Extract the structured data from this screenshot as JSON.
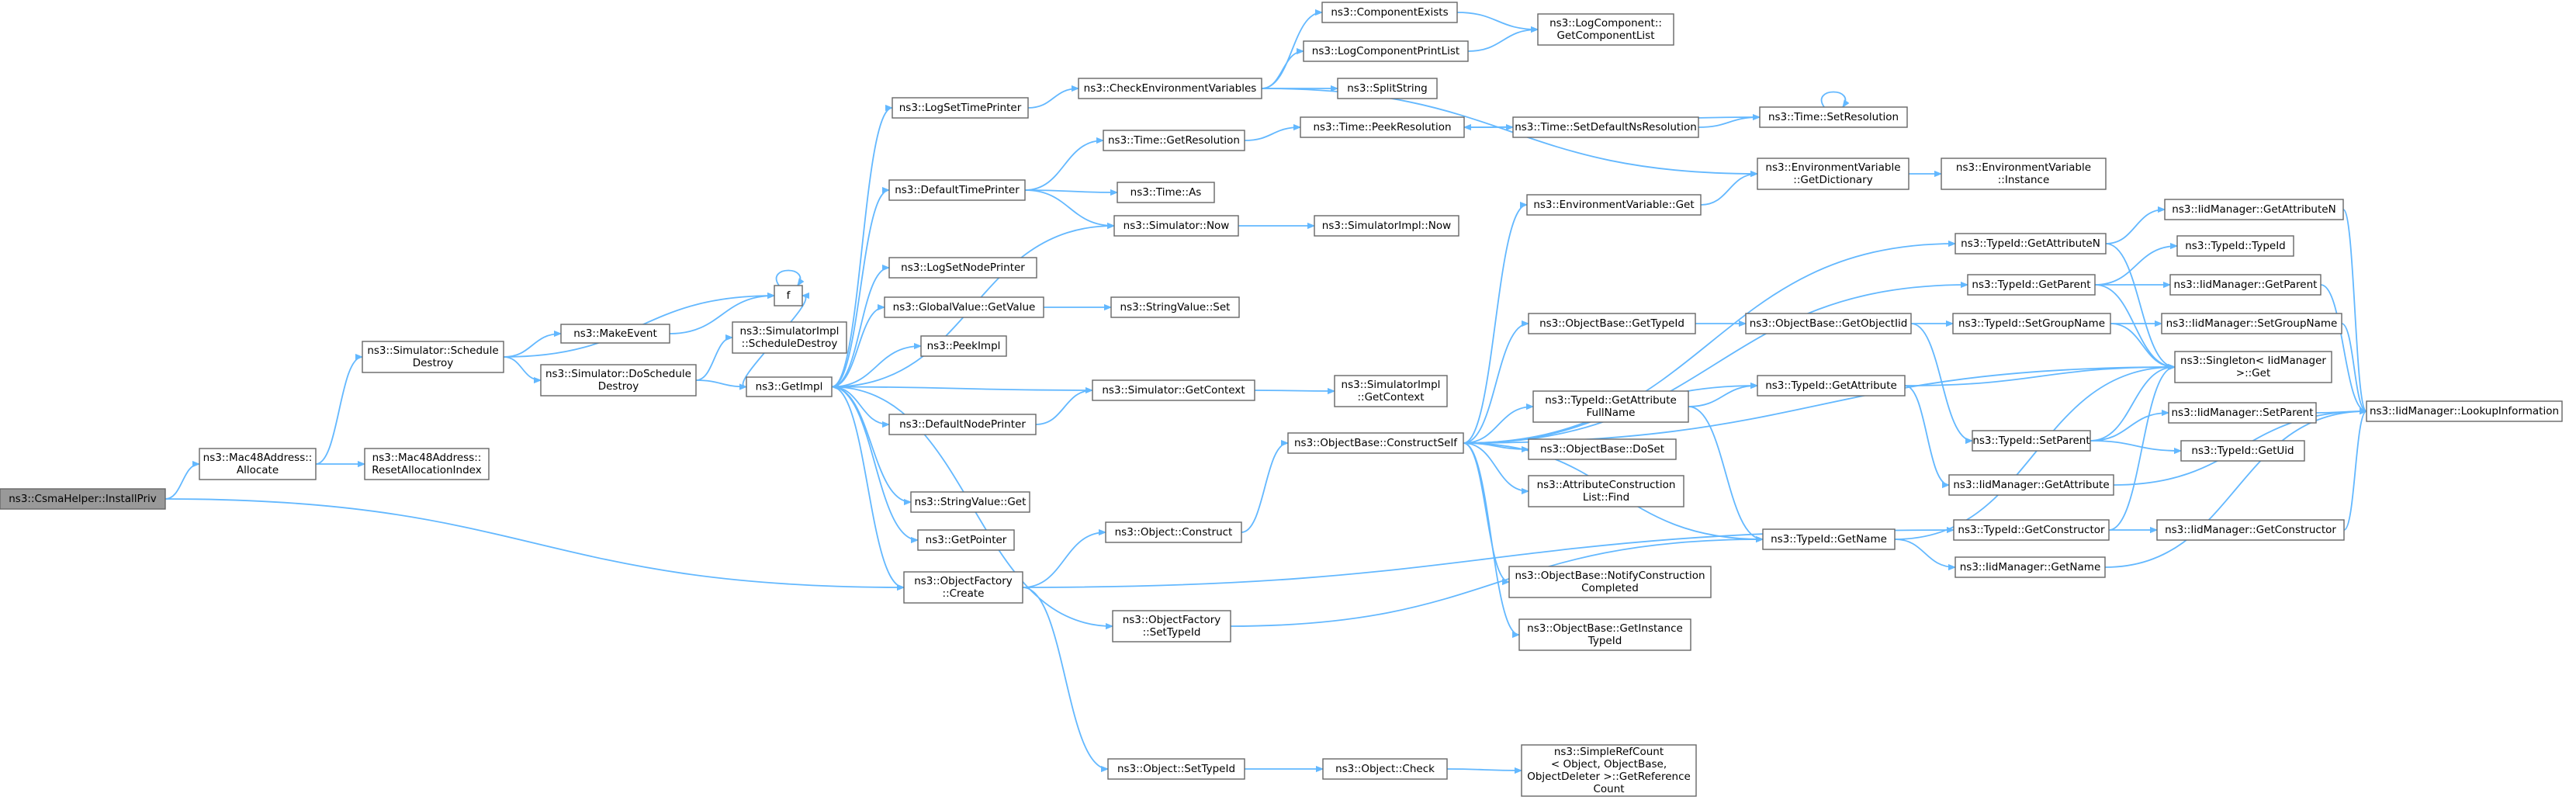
{
  "graph": {
    "title": "",
    "colors": {
      "edge": "#63b8ff",
      "node_border": "#666666",
      "root_fill": "#999999",
      "node_fill": "#ffffff"
    },
    "nodes": [
      {
        "id": "installpriv",
        "lines": [
          "ns3::CsmaHelper::InstallPriv"
        ],
        "root": true
      },
      {
        "id": "mac_alloc",
        "lines": [
          "ns3::Mac48Address::",
          "Allocate"
        ]
      },
      {
        "id": "mac_reset",
        "lines": [
          "ns3::Mac48Address::",
          "ResetAllocationIndex"
        ]
      },
      {
        "id": "sched_destroy",
        "lines": [
          "ns3::Simulator::Schedule",
          "Destroy"
        ]
      },
      {
        "id": "do_sched_destroy",
        "lines": [
          "ns3::Simulator::DoSchedule",
          "Destroy"
        ]
      },
      {
        "id": "make_event",
        "lines": [
          "ns3::MakeEvent"
        ]
      },
      {
        "id": "f",
        "lines": [
          "f"
        ]
      },
      {
        "id": "simimpl_sched_destroy",
        "lines": [
          "ns3::SimulatorImpl",
          "::ScheduleDestroy"
        ]
      },
      {
        "id": "getimpl",
        "lines": [
          "ns3::GetImpl"
        ]
      },
      {
        "id": "objfactory_create",
        "lines": [
          "ns3::ObjectFactory",
          "::Create"
        ]
      },
      {
        "id": "log_set_time_printer",
        "lines": [
          "ns3::LogSetTimePrinter"
        ]
      },
      {
        "id": "default_time_printer",
        "lines": [
          "ns3::DefaultTimePrinter"
        ]
      },
      {
        "id": "log_set_node_printer",
        "lines": [
          "ns3::LogSetNodePrinter"
        ]
      },
      {
        "id": "globalvalue_getvalue",
        "lines": [
          "ns3::GlobalValue::GetValue"
        ]
      },
      {
        "id": "peekimpl",
        "lines": [
          "ns3::PeekImpl"
        ]
      },
      {
        "id": "default_node_printer",
        "lines": [
          "ns3::DefaultNodePrinter"
        ]
      },
      {
        "id": "stringvalue_get",
        "lines": [
          "ns3::StringValue::Get"
        ]
      },
      {
        "id": "getpointer",
        "lines": [
          "ns3::GetPointer"
        ]
      },
      {
        "id": "check_env_vars",
        "lines": [
          "ns3::CheckEnvironmentVariables"
        ]
      },
      {
        "id": "time_getresolution",
        "lines": [
          "ns3::Time::GetResolution"
        ]
      },
      {
        "id": "time_as",
        "lines": [
          "ns3::Time::As"
        ]
      },
      {
        "id": "simulator_now",
        "lines": [
          "ns3::Simulator::Now"
        ]
      },
      {
        "id": "stringvalue_set",
        "lines": [
          "ns3::StringValue::Set"
        ]
      },
      {
        "id": "simulator_getcontext",
        "lines": [
          "ns3::Simulator::GetContext"
        ]
      },
      {
        "id": "object_construct",
        "lines": [
          "ns3::Object::Construct"
        ]
      },
      {
        "id": "objfactory_settypeid",
        "lines": [
          "ns3::ObjectFactory",
          "::SetTypeId"
        ]
      },
      {
        "id": "object_settypeid",
        "lines": [
          "ns3::Object::SetTypeId"
        ]
      },
      {
        "id": "component_exists",
        "lines": [
          "ns3::ComponentExists"
        ]
      },
      {
        "id": "log_component_print_list",
        "lines": [
          "ns3::LogComponentPrintList"
        ]
      },
      {
        "id": "split_string",
        "lines": [
          "ns3::SplitString"
        ]
      },
      {
        "id": "logcomponent_getlist",
        "lines": [
          "ns3::LogComponent::",
          "GetComponentList"
        ]
      },
      {
        "id": "time_peekresolution",
        "lines": [
          "ns3::Time::PeekResolution"
        ]
      },
      {
        "id": "time_setdefaultns",
        "lines": [
          "ns3::Time::SetDefaultNsResolution"
        ]
      },
      {
        "id": "time_setresolution",
        "lines": [
          "ns3::Time::SetResolution"
        ]
      },
      {
        "id": "env_getdictionary",
        "lines": [
          "ns3::EnvironmentVariable",
          "::GetDictionary"
        ]
      },
      {
        "id": "env_instance",
        "lines": [
          "ns3::EnvironmentVariable",
          "::Instance"
        ]
      },
      {
        "id": "simulatorimpl_now",
        "lines": [
          "ns3::SimulatorImpl::Now"
        ]
      },
      {
        "id": "env_get",
        "lines": [
          "ns3::EnvironmentVariable::Get"
        ]
      },
      {
        "id": "simimpl_getcontext",
        "lines": [
          "ns3::SimulatorImpl",
          "::GetContext"
        ]
      },
      {
        "id": "objbase_constructself",
        "lines": [
          "ns3::ObjectBase::ConstructSelf"
        ]
      },
      {
        "id": "object_check",
        "lines": [
          "ns3::Object::Check"
        ]
      },
      {
        "id": "simplerefcount",
        "lines": [
          "ns3::SimpleRefCount",
          "< Object, ObjectBase,",
          "ObjectDeleter >::GetReference",
          "Count"
        ]
      },
      {
        "id": "objbase_gettypeid",
        "lines": [
          "ns3::ObjectBase::GetTypeId"
        ]
      },
      {
        "id": "typeid_getattrfullname",
        "lines": [
          "ns3::TypeId::GetAttribute",
          "FullName"
        ]
      },
      {
        "id": "objbase_doset",
        "lines": [
          "ns3::ObjectBase::DoSet"
        ]
      },
      {
        "id": "attrconstruction_find",
        "lines": [
          "ns3::AttributeConstruction",
          "List::Find"
        ]
      },
      {
        "id": "objbase_notify",
        "lines": [
          "ns3::ObjectBase::NotifyConstruction",
          "Completed"
        ]
      },
      {
        "id": "objbase_getinstancetypeid",
        "lines": [
          "ns3::ObjectBase::GetInstance",
          "TypeId"
        ]
      },
      {
        "id": "objbase_getobjectiid",
        "lines": [
          "ns3::ObjectBase::GetObjectIid"
        ]
      },
      {
        "id": "typeid_getattribute",
        "lines": [
          "ns3::TypeId::GetAttribute"
        ]
      },
      {
        "id": "typeid_getname",
        "lines": [
          "ns3::TypeId::GetName"
        ]
      },
      {
        "id": "typeid_getattributen",
        "lines": [
          "ns3::TypeId::GetAttributeN"
        ]
      },
      {
        "id": "typeid_getparent",
        "lines": [
          "ns3::TypeId::GetParent"
        ]
      },
      {
        "id": "typeid_setgroupname",
        "lines": [
          "ns3::TypeId::SetGroupName"
        ]
      },
      {
        "id": "typeid_setparent",
        "lines": [
          "ns3::TypeId::SetParent"
        ]
      },
      {
        "id": "iid_getattribute",
        "lines": [
          "ns3::IidManager::GetAttribute"
        ]
      },
      {
        "id": "typeid_getconstructor",
        "lines": [
          "ns3::TypeId::GetConstructor"
        ]
      },
      {
        "id": "iid_getname",
        "lines": [
          "ns3::IidManager::GetName"
        ]
      },
      {
        "id": "iid_getattributen",
        "lines": [
          "ns3::IidManager::GetAttributeN"
        ]
      },
      {
        "id": "typeid_typeid",
        "lines": [
          "ns3::TypeId::TypeId"
        ]
      },
      {
        "id": "iid_getparent",
        "lines": [
          "ns3::IidManager::GetParent"
        ]
      },
      {
        "id": "singleton_get",
        "lines": [
          "ns3::Singleton< IidManager",
          ">::Get"
        ]
      },
      {
        "id": "iid_setgroupname",
        "lines": [
          "ns3::IidManager::SetGroupName"
        ]
      },
      {
        "id": "iid_setparent",
        "lines": [
          "ns3::IidManager::SetParent"
        ]
      },
      {
        "id": "typeid_getuid",
        "lines": [
          "ns3::TypeId::GetUid"
        ]
      },
      {
        "id": "iid_getconstructor",
        "lines": [
          "ns3::IidManager::GetConstructor"
        ]
      },
      {
        "id": "iid_lookupinformation",
        "lines": [
          "ns3::IidManager::LookupInformation"
        ]
      }
    ],
    "edges": [
      [
        "installpriv",
        "mac_alloc"
      ],
      [
        "installpriv",
        "objfactory_create"
      ],
      [
        "mac_alloc",
        "sched_destroy"
      ],
      [
        "mac_alloc",
        "mac_reset"
      ],
      [
        "sched_destroy",
        "do_sched_destroy"
      ],
      [
        "sched_destroy",
        "make_event"
      ],
      [
        "sched_destroy",
        "f"
      ],
      [
        "make_event",
        "f"
      ],
      [
        "f",
        "f"
      ],
      [
        "do_sched_destroy",
        "simimpl_sched_destroy"
      ],
      [
        "do_sched_destroy",
        "getimpl"
      ],
      [
        "getimpl",
        "log_set_time_printer"
      ],
      [
        "getimpl",
        "default_time_printer"
      ],
      [
        "getimpl",
        "simulator_now"
      ],
      [
        "getimpl",
        "log_set_node_printer"
      ],
      [
        "getimpl",
        "globalvalue_getvalue"
      ],
      [
        "getimpl",
        "peekimpl"
      ],
      [
        "getimpl",
        "default_node_printer"
      ],
      [
        "getimpl",
        "stringvalue_get"
      ],
      [
        "getimpl",
        "getpointer"
      ],
      [
        "getimpl",
        "objfactory_create"
      ],
      [
        "getimpl",
        "objfactory_settypeid"
      ],
      [
        "getimpl",
        "f"
      ],
      [
        "simulator_getcontext",
        "getimpl"
      ],
      [
        "log_set_time_printer",
        "check_env_vars"
      ],
      [
        "check_env_vars",
        "component_exists"
      ],
      [
        "check_env_vars",
        "log_component_print_list"
      ],
      [
        "check_env_vars",
        "split_string"
      ],
      [
        "check_env_vars",
        "env_getdictionary"
      ],
      [
        "component_exists",
        "logcomponent_getlist"
      ],
      [
        "log_component_print_list",
        "logcomponent_getlist"
      ],
      [
        "default_time_printer",
        "time_getresolution"
      ],
      [
        "default_time_printer",
        "time_as"
      ],
      [
        "default_time_printer",
        "simulator_now"
      ],
      [
        "time_getresolution",
        "time_peekresolution"
      ],
      [
        "time_peekresolution",
        "time_setdefaultns"
      ],
      [
        "time_setdefaultns",
        "time_setresolution"
      ],
      [
        "time_setresolution",
        "time_peekresolution"
      ],
      [
        "time_setresolution",
        "time_setresolution"
      ],
      [
        "env_getdictionary",
        "env_instance"
      ],
      [
        "simulator_now",
        "simulatorimpl_now"
      ],
      [
        "globalvalue_getvalue",
        "stringvalue_set"
      ],
      [
        "default_node_printer",
        "simulator_getcontext"
      ],
      [
        "simulator_getcontext",
        "simimpl_getcontext"
      ],
      [
        "objfactory_create",
        "object_construct"
      ],
      [
        "objfactory_create",
        "object_settypeid"
      ],
      [
        "objfactory_create",
        "typeid_getconstructor"
      ],
      [
        "object_construct",
        "objbase_constructself"
      ],
      [
        "objfactory_settypeid",
        "typeid_getname"
      ],
      [
        "object_settypeid",
        "object_check"
      ],
      [
        "object_check",
        "simplerefcount"
      ],
      [
        "objbase_constructself",
        "env_get"
      ],
      [
        "objbase_constructself",
        "typeid_getattributen"
      ],
      [
        "objbase_constructself",
        "typeid_getparent"
      ],
      [
        "objbase_constructself",
        "objbase_gettypeid"
      ],
      [
        "objbase_constructself",
        "typeid_getattribute"
      ],
      [
        "objbase_constructself",
        "typeid_getattrfullname"
      ],
      [
        "objbase_constructself",
        "objbase_doset"
      ],
      [
        "objbase_constructself",
        "attrconstruction_find"
      ],
      [
        "objbase_constructself",
        "objbase_notify"
      ],
      [
        "objbase_constructself",
        "objbase_getinstancetypeid"
      ],
      [
        "objbase_constructself",
        "typeid_getname"
      ],
      [
        "objbase_constructself",
        "singleton_get"
      ],
      [
        "env_get",
        "env_getdictionary"
      ],
      [
        "objbase_gettypeid",
        "objbase_getobjectiid"
      ],
      [
        "objbase_getobjectiid",
        "typeid_setgroupname"
      ],
      [
        "objbase_getobjectiid",
        "typeid_setparent"
      ],
      [
        "typeid_getattrfullname",
        "typeid_getattribute"
      ],
      [
        "typeid_getattrfullname",
        "typeid_getname"
      ],
      [
        "typeid_getattribute",
        "singleton_get"
      ],
      [
        "typeid_getattribute",
        "iid_getattribute"
      ],
      [
        "typeid_getname",
        "singleton_get"
      ],
      [
        "typeid_getname",
        "iid_getname"
      ],
      [
        "typeid_getattributen",
        "iid_getattributen"
      ],
      [
        "typeid_getattributen",
        "singleton_get"
      ],
      [
        "typeid_getparent",
        "typeid_typeid"
      ],
      [
        "typeid_getparent",
        "iid_getparent"
      ],
      [
        "typeid_getparent",
        "singleton_get"
      ],
      [
        "typeid_setgroupname",
        "iid_setgroupname"
      ],
      [
        "typeid_setgroupname",
        "singleton_get"
      ],
      [
        "typeid_setparent",
        "singleton_get"
      ],
      [
        "typeid_setparent",
        "iid_setparent"
      ],
      [
        "typeid_setparent",
        "typeid_getuid"
      ],
      [
        "typeid_getconstructor",
        "iid_getconstructor"
      ],
      [
        "typeid_getconstructor",
        "singleton_get"
      ],
      [
        "iid_getattributen",
        "iid_lookupinformation"
      ],
      [
        "iid_getparent",
        "iid_lookupinformation"
      ],
      [
        "iid_setgroupname",
        "iid_lookupinformation"
      ],
      [
        "iid_setparent",
        "iid_lookupinformation"
      ],
      [
        "iid_getconstructor",
        "iid_lookupinformation"
      ],
      [
        "iid_getname",
        "iid_lookupinformation"
      ],
      [
        "iid_getattribute",
        "iid_lookupinformation"
      ]
    ]
  }
}
